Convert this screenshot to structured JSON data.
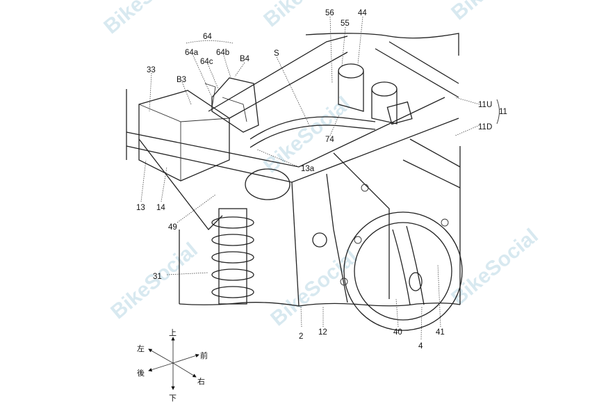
{
  "figure": {
    "labels": {
      "l64": "64",
      "l64a": "64a",
      "l64b": "64b",
      "l64c": "64c",
      "lB4": "B4",
      "lS": "S",
      "l33": "33",
      "lB3": "B3",
      "l56": "56",
      "l55": "55",
      "l44": "44",
      "l11U": "11U",
      "l11": "11",
      "l11D": "11D",
      "l74": "74",
      "l13a": "13a",
      "l13": "13",
      "l14": "14",
      "l49": "49",
      "l31": "31",
      "l2": "2",
      "l12": "12",
      "l40": "40",
      "l41": "41",
      "l4": "4"
    },
    "directions": {
      "up": "上",
      "down": "下",
      "left": "左",
      "right": "右",
      "front": "前",
      "rear": "後"
    }
  },
  "watermark": "BikeSocial"
}
